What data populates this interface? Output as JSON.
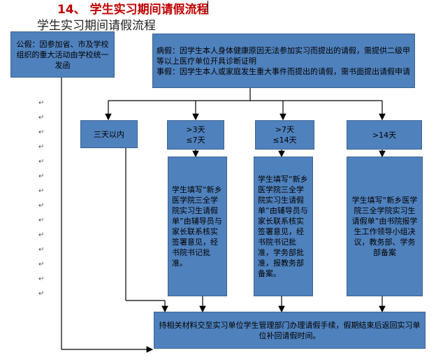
{
  "heading": "14、 学生实习期间请假流程",
  "subtitle": "学生实习期间请假流程",
  "paragraph_mark": "↵",
  "boxes": {
    "official_leave": "公假：因参加省、市及学校组织的重大活动由学校统一发函",
    "sick_personal": "病假：因学生本人身体健康原因无法参加实习而提出的请假，需提供二级甲等以上医疗单位开具诊断证明\n事假：因学生本人或家庭发生重大事件而提出的请假，需书面提出请假申请",
    "within_3_days": "三天以内",
    "range_3_7": ">3天\n≤7天",
    "range_7_14": ">7天\n≤14天",
    "over_14": ">14天",
    "detail_3_7": "学生填写“新乡医学院三全学院实习生请假单”由辅导员与家长联系核实签署意见，经书院书记批准。",
    "detail_7_14": "学生填写“新乡医学院三全学院实习生请假单”由辅导员与家长联系核实签署意见，经书院书记批准，学务部批准，报教务部备案。",
    "detail_14": "学生填写“新乡医学院三全学院实习生请假单”由书院报学生工作领导小组决议，教务部、学务部备案",
    "final": "持相关材料交至实习单位学生管理部门办理请假手续，假期结束后返回实习单位补回请假时间。"
  }
}
